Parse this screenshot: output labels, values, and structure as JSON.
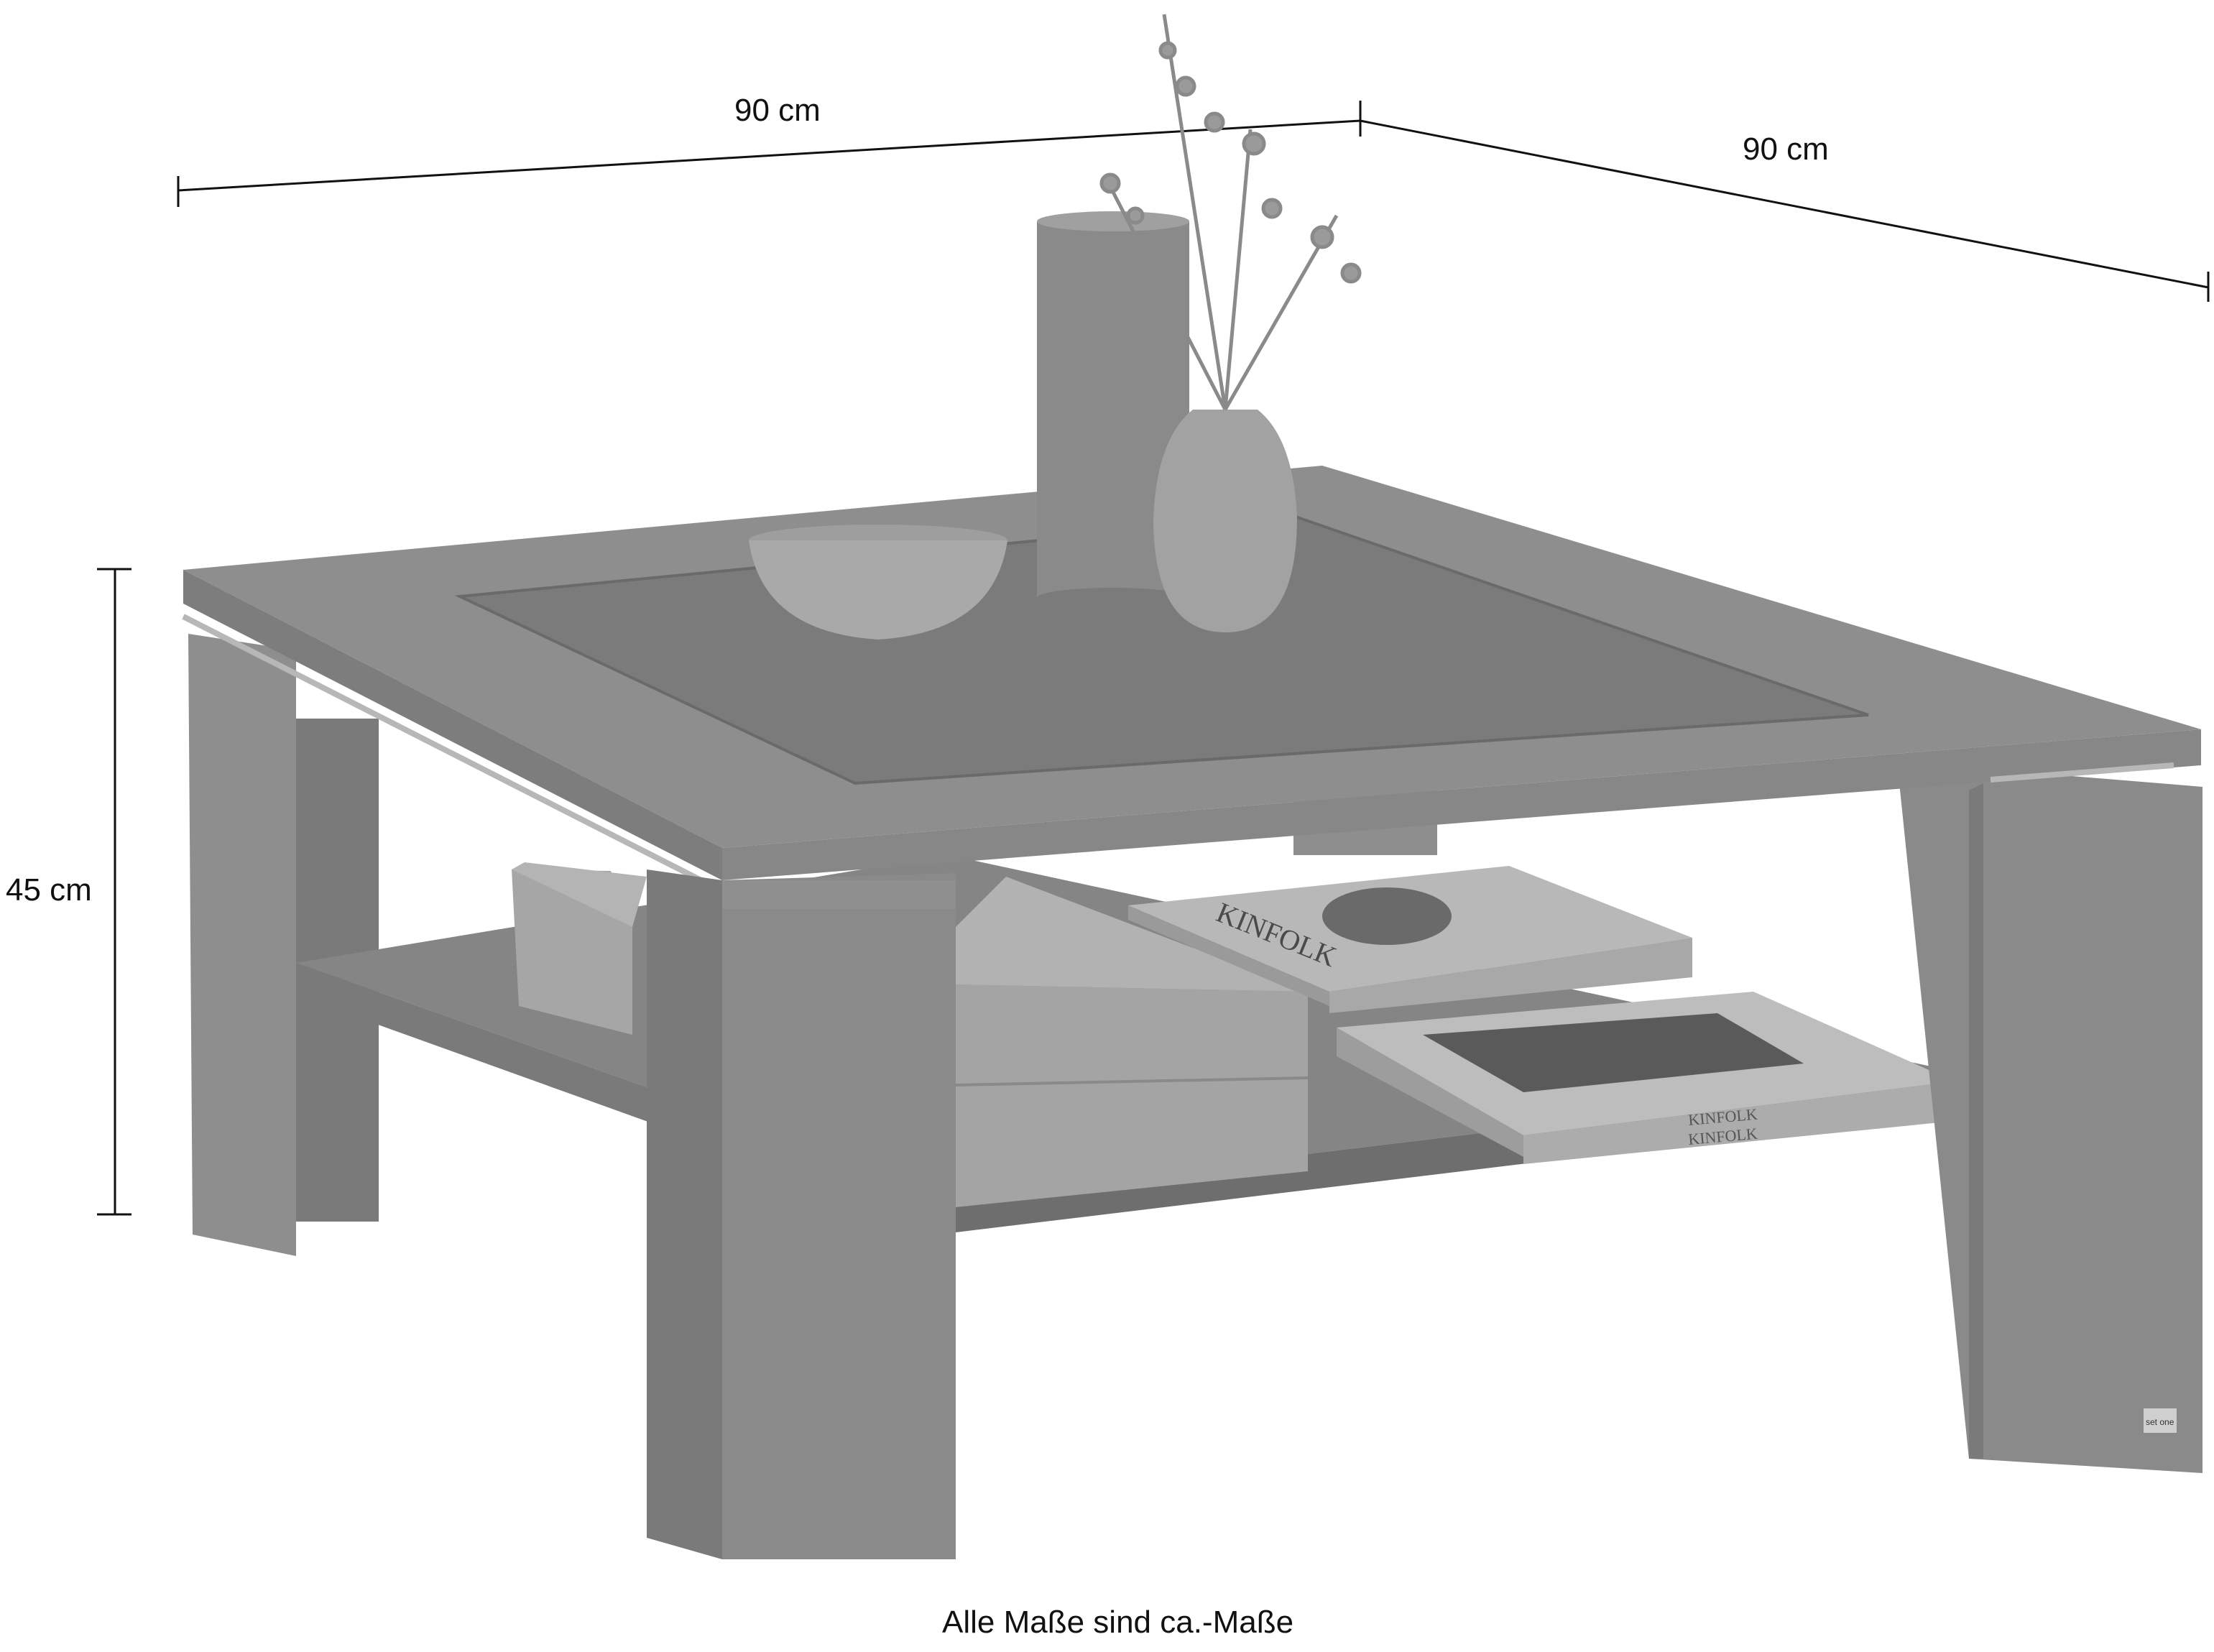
{
  "dimensions": {
    "width_label": "90 cm",
    "depth_label": "90 cm",
    "height_label": "45 cm"
  },
  "caption": "Alle Maße sind ca.-Maße",
  "items": {
    "book_top_title": "KINFOLK",
    "book_spine_1": "KINFOLK",
    "book_spine_2": "KINFOLK",
    "brand_logo": "set one"
  },
  "colors": {
    "furniture": "#8e8e8e",
    "furniture_dark": "#6c6c6c",
    "furniture_light": "#a6a6a6",
    "glass": "#7d7d7d",
    "line": "#111111"
  }
}
